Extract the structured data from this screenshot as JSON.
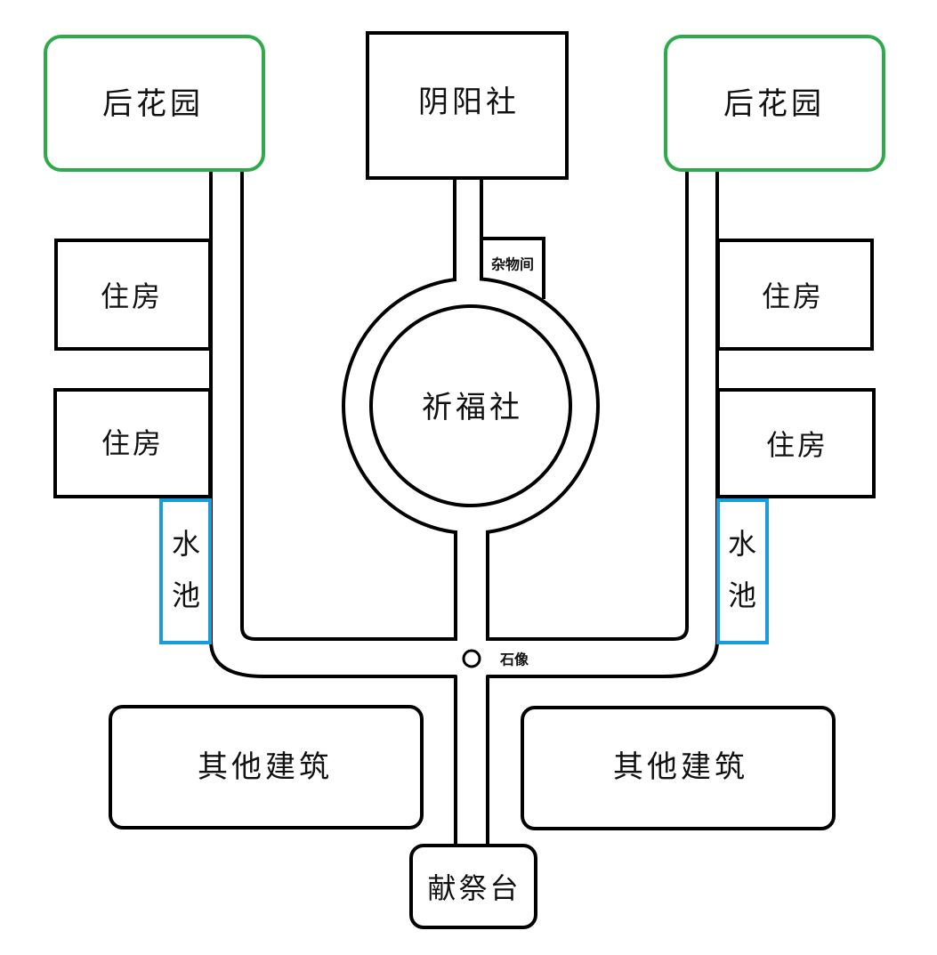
{
  "map": {
    "colors": {
      "garden": "#2eaa4a",
      "pool": "#1a9cd8",
      "line": "#000000"
    },
    "labels": {
      "garden_left": "后花园",
      "garden_right": "后花园",
      "yinyang_hall": "阴阳社",
      "storeroom": "杂物间",
      "prayer_hall": "祈福社",
      "house_left_1": "住房",
      "house_left_2": "住房",
      "house_right_1": "住房",
      "house_right_2": "住房",
      "pool_left_1": "水",
      "pool_left_2": "池",
      "pool_right_1": "水",
      "pool_right_2": "池",
      "statue": "石像",
      "other_left": "其他建筑",
      "other_right": "其他建筑",
      "altar": "献祭台"
    }
  }
}
